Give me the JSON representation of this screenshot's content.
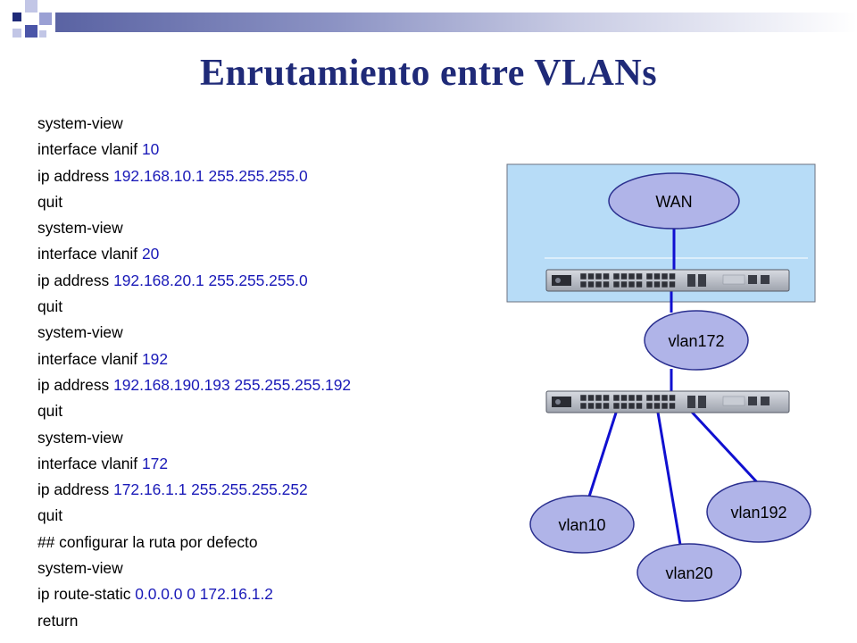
{
  "title": "Enrutamiento entre VLANs",
  "commands": [
    {
      "cmd": "system-view",
      "arg": ""
    },
    {
      "cmd": "interface vlanif",
      "arg": "10"
    },
    {
      "cmd": "ip address",
      "arg": "192.168.10.1 255.255.255.0"
    },
    {
      "cmd": "quit",
      "arg": ""
    },
    {
      "cmd": "system-view",
      "arg": ""
    },
    {
      "cmd": "interface vlanif",
      "arg": "20"
    },
    {
      "cmd": "ip address",
      "arg": "192.168.20.1 255.255.255.0"
    },
    {
      "cmd": "quit",
      "arg": ""
    },
    {
      "cmd": "system-view",
      "arg": ""
    },
    {
      "cmd": "interface vlanif",
      "arg": "192"
    },
    {
      "cmd": "ip address",
      "arg": "192.168.190.193 255.255.255.192"
    },
    {
      "cmd": "quit",
      "arg": ""
    },
    {
      "cmd": "system-view",
      "arg": ""
    },
    {
      "cmd": "interface vlanif",
      "arg": "172"
    },
    {
      "cmd": "ip address",
      "arg": "172.16.1.1 255.255.255.252"
    },
    {
      "cmd": "quit",
      "arg": ""
    },
    {
      "cmd": "## configurar la ruta por defecto",
      "arg": ""
    },
    {
      "cmd": "system-view",
      "arg": ""
    },
    {
      "cmd": "ip route-static",
      "arg": "0.0.0.0 0 172.16.1.2"
    },
    {
      "cmd": "return",
      "arg": ""
    }
  ],
  "diagram": {
    "nodes": {
      "wan": "WAN",
      "vlan172": "vlan172",
      "vlan10": "vlan10",
      "vlan20": "vlan20",
      "vlan192": "vlan192"
    }
  },
  "colors": {
    "title": "#1f2a78",
    "command": "#000000",
    "argument": "#1a1ab8",
    "cloud_panel": "#b7dcf7",
    "node_fill": "#b0b4e8",
    "node_stroke": "#2a2f8f",
    "link": "#1010d0"
  }
}
